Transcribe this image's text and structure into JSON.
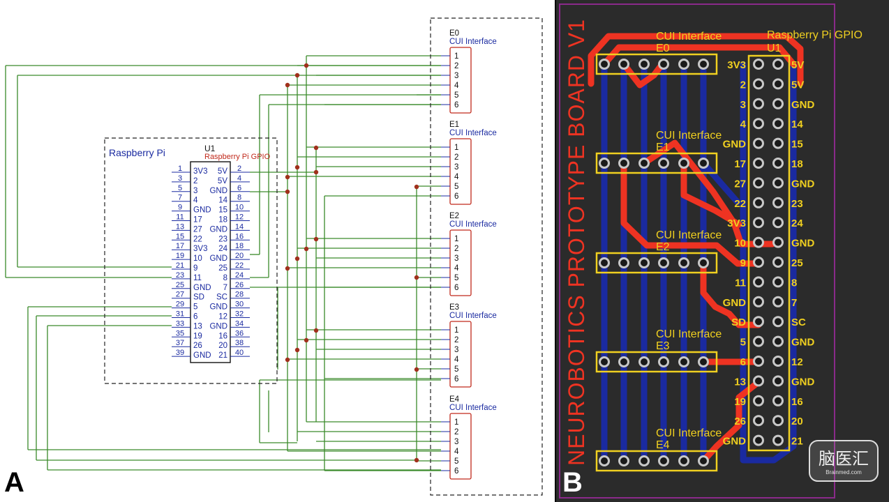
{
  "panel_a": {
    "letter": "A",
    "rpi_label": "Raspberry Pi",
    "u1_ref": "U1",
    "u1_value": "Raspberry Pi GPIO",
    "connector_value": "CUI Interface",
    "connectors": [
      {
        "ref": "E0"
      },
      {
        "ref": "E1"
      },
      {
        "ref": "E2"
      },
      {
        "ref": "E3"
      },
      {
        "ref": "E4"
      }
    ],
    "connector_pins": [
      "1",
      "2",
      "3",
      "4",
      "5",
      "6"
    ],
    "header_rows": [
      {
        "ln": "1",
        "lname": "3V3",
        "rname": "5V",
        "rn": "2"
      },
      {
        "ln": "3",
        "lname": "2",
        "rname": "5V",
        "rn": "4"
      },
      {
        "ln": "5",
        "lname": "3",
        "rname": "GND",
        "rn": "6"
      },
      {
        "ln": "7",
        "lname": "4",
        "rname": "14",
        "rn": "8"
      },
      {
        "ln": "9",
        "lname": "GND",
        "rname": "15",
        "rn": "10"
      },
      {
        "ln": "11",
        "lname": "17",
        "rname": "18",
        "rn": "12"
      },
      {
        "ln": "13",
        "lname": "27",
        "rname": "GND",
        "rn": "14"
      },
      {
        "ln": "15",
        "lname": "22",
        "rname": "23",
        "rn": "16"
      },
      {
        "ln": "17",
        "lname": "3V3",
        "rname": "24",
        "rn": "18"
      },
      {
        "ln": "19",
        "lname": "10",
        "rname": "GND",
        "rn": "20"
      },
      {
        "ln": "21",
        "lname": "9",
        "rname": "25",
        "rn": "22"
      },
      {
        "ln": "23",
        "lname": "11",
        "rname": "8",
        "rn": "24"
      },
      {
        "ln": "25",
        "lname": "GND",
        "rname": "7",
        "rn": "26"
      },
      {
        "ln": "27",
        "lname": "SD",
        "rname": "SC",
        "rn": "28"
      },
      {
        "ln": "29",
        "lname": "5",
        "rname": "GND",
        "rn": "30"
      },
      {
        "ln": "31",
        "lname": "6",
        "rname": "12",
        "rn": "32"
      },
      {
        "ln": "33",
        "lname": "13",
        "rname": "GND",
        "rn": "34"
      },
      {
        "ln": "35",
        "lname": "19",
        "rname": "16",
        "rn": "36"
      },
      {
        "ln": "37",
        "lname": "26",
        "rname": "20",
        "rn": "38"
      },
      {
        "ln": "39",
        "lname": "GND",
        "rname": "21",
        "rn": "40"
      }
    ]
  },
  "panel_b": {
    "letter": "B",
    "board_title": "NEUROBOTICS PROTOTYPE BOARD V1",
    "u1_ref": "U1",
    "u1_value": "Raspberry Pi GPIO",
    "connector_value": "CUI Interface",
    "connectors": [
      "E0",
      "E1",
      "E2",
      "E3",
      "E4"
    ],
    "left_labels": [
      "3V3",
      "2",
      "3",
      "4",
      "GND",
      "17",
      "27",
      "22",
      "3V3",
      "10",
      "9",
      "11",
      "GND",
      "SD",
      "5",
      "6",
      "13",
      "19",
      "26",
      "GND"
    ],
    "right_labels": [
      "5V",
      "5V",
      "GND",
      "14",
      "15",
      "18",
      "GND",
      "23",
      "24",
      "GND",
      "25",
      "8",
      "7",
      "SC",
      "GND",
      "12",
      "GND",
      "16",
      "20",
      "21"
    ],
    "watermark": "脑医汇",
    "watermark_sub": "Brainmed.com"
  },
  "colors": {
    "wire": "#3a8a2a",
    "junction": "#a0301c",
    "schematic_blue": "#1a2aa0",
    "value_red": "#c0281a",
    "pcb_bg": "#2b2b2b",
    "pcb_outline": "#8a2a8a",
    "silk": "#f0d020",
    "top_copper": "#ee3322",
    "bottom_copper": "#1a2aa0",
    "pad": "#c8c8c8"
  }
}
